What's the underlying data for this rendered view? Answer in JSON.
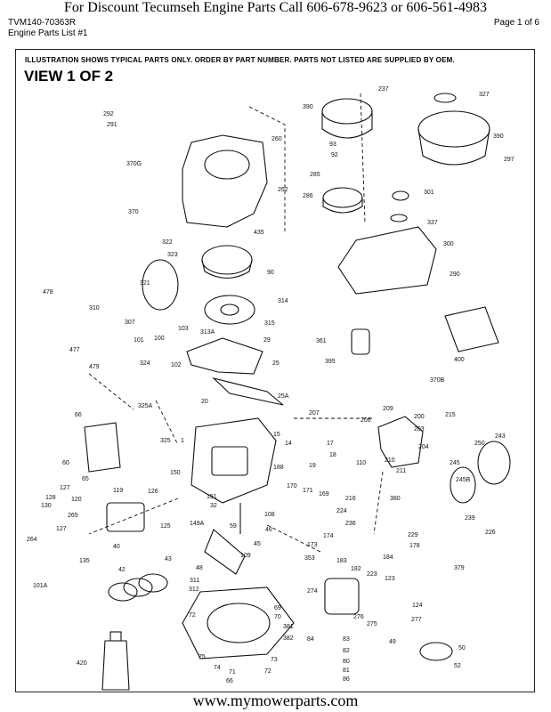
{
  "header": {
    "title": "For  Discount Tecumseh Engine Parts Call 606-678-9623 or 606-561-4983",
    "model": "TVM140-70363R",
    "list_name": "Engine Parts List #1",
    "page": "Page 1 of 6"
  },
  "diagram": {
    "notice": "ILLUSTRATION SHOWS TYPICAL PARTS ONLY. ORDER BY PART NUMBER. PARTS NOT LISTED ARE SUPPLIED BY OEM.",
    "view_title": "VIEW 1 OF 2",
    "parts": {
      "p292": "292",
      "p291": "291",
      "p390a": "390",
      "p237": "237",
      "p327": "327",
      "p260": "260",
      "p370g": "370G",
      "p93": "93",
      "p92": "92",
      "p390b": "390",
      "p297": "297",
      "p285": "285",
      "p370": "370",
      "p262": "262",
      "p286": "286",
      "p301": "301",
      "p337": "337",
      "p435": "435",
      "p322": "322",
      "p323": "323",
      "p300": "300",
      "p90": "90",
      "p290": "290",
      "p321": "321",
      "p478": "478",
      "p314": "314",
      "p310": "310",
      "p307": "307",
      "p315": "315",
      "p103": "103",
      "p361": "361",
      "p313a": "313A",
      "p101": "101",
      "p100": "100",
      "p29": "29",
      "p477": "477",
      "p400": "400",
      "p479": "479",
      "p324": "324",
      "p102": "102",
      "p25": "25",
      "p395": "395",
      "p370b": "370B",
      "p25a": "25A",
      "p20": "20",
      "p325a": "325A",
      "p66": "66",
      "p207": "207",
      "p209": "209",
      "p206": "206",
      "p200": "200",
      "p215": "215",
      "p203": "203",
      "p243": "243",
      "p15": "15",
      "p325": "325",
      "p1": "1",
      "p14": "14",
      "p17": "17",
      "p204": "204",
      "p250": "250",
      "p18": "18",
      "p60": "60",
      "p188": "188",
      "p210": "210",
      "p211": "211",
      "p245": "245",
      "p19": "19",
      "p110": "110",
      "p65": "65",
      "p150": "150",
      "p170": "170",
      "p245b": "245B",
      "p127a": "127",
      "p119": "119",
      "p126": "126",
      "p171": "171",
      "p169": "169",
      "p128": "128",
      "p120": "120",
      "p151": "151",
      "p130": "130",
      "p32": "32",
      "p216": "216",
      "p380": "380",
      "p265": "265",
      "p125": "125",
      "p149a": "149A",
      "p108": "108",
      "p224": "224",
      "p239": "239",
      "p226": "226",
      "p59": "59",
      "p127b": "127",
      "p46": "46",
      "p174": "174",
      "p236": "236",
      "p229": "229",
      "p264": "264",
      "p40": "40",
      "p45": "45",
      "p173": "173",
      "p178": "178",
      "p135": "135",
      "p353": "353",
      "p183": "183",
      "p184": "184",
      "p379": "379",
      "p101a": "101A",
      "p43": "43",
      "p109": "109",
      "p182": "182",
      "p223": "223",
      "p42": "42",
      "p48": "48",
      "p311": "311",
      "p274": "274",
      "p123": "123",
      "p312": "312",
      "p124": "124",
      "p72a": "72",
      "p69": "69",
      "p70": "70",
      "p276": "276",
      "p275": "275",
      "p277": "277",
      "p420": "420",
      "p381": "381",
      "p382": "382",
      "p84": "84",
      "p83": "83",
      "p49": "49",
      "p50": "50",
      "p82": "82",
      "p75": "75",
      "p74": "74",
      "p73": "73",
      "p80": "80",
      "p52": "52",
      "p71": "71",
      "p72b": "72",
      "p81": "81",
      "p86": "86",
      "p66b": "66"
    }
  },
  "footer": {
    "url": "www.mymowerparts.com"
  }
}
